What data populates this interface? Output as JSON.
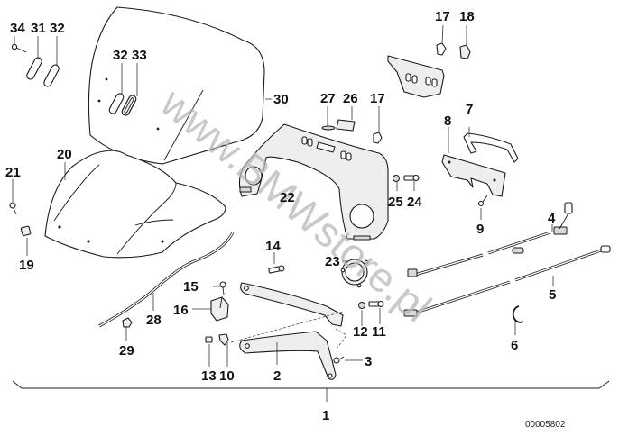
{
  "diagram": {
    "title": "Windshield / fairing parts exploded view",
    "reference_number": "00005802",
    "watermark": "www.BMWstore.pl",
    "callouts": [
      {
        "id": "c1",
        "label": "1"
      },
      {
        "id": "c2",
        "label": "2"
      },
      {
        "id": "c3",
        "label": "3"
      },
      {
        "id": "c4",
        "label": "4"
      },
      {
        "id": "c5",
        "label": "5"
      },
      {
        "id": "c6",
        "label": "6"
      },
      {
        "id": "c7",
        "label": "7"
      },
      {
        "id": "c8",
        "label": "8"
      },
      {
        "id": "c9",
        "label": "9"
      },
      {
        "id": "c10",
        "label": "10"
      },
      {
        "id": "c11",
        "label": "11"
      },
      {
        "id": "c12",
        "label": "12"
      },
      {
        "id": "c13",
        "label": "13"
      },
      {
        "id": "c14",
        "label": "14"
      },
      {
        "id": "c15",
        "label": "15"
      },
      {
        "id": "c16",
        "label": "16"
      },
      {
        "id": "c17a",
        "label": "17"
      },
      {
        "id": "c17b",
        "label": "17"
      },
      {
        "id": "c18",
        "label": "18"
      },
      {
        "id": "c19",
        "label": "19"
      },
      {
        "id": "c20",
        "label": "20"
      },
      {
        "id": "c21",
        "label": "21"
      },
      {
        "id": "c22",
        "label": "22"
      },
      {
        "id": "c23",
        "label": "23"
      },
      {
        "id": "c24",
        "label": "24"
      },
      {
        "id": "c25",
        "label": "25"
      },
      {
        "id": "c26",
        "label": "26"
      },
      {
        "id": "c27",
        "label": "27"
      },
      {
        "id": "c28",
        "label": "28"
      },
      {
        "id": "c29",
        "label": "29"
      },
      {
        "id": "c30",
        "label": "30"
      },
      {
        "id": "c31",
        "label": "31"
      },
      {
        "id": "c32a",
        "label": "32"
      },
      {
        "id": "c32b",
        "label": "32"
      },
      {
        "id": "c33",
        "label": "33"
      },
      {
        "id": "c34",
        "label": "34"
      }
    ]
  }
}
